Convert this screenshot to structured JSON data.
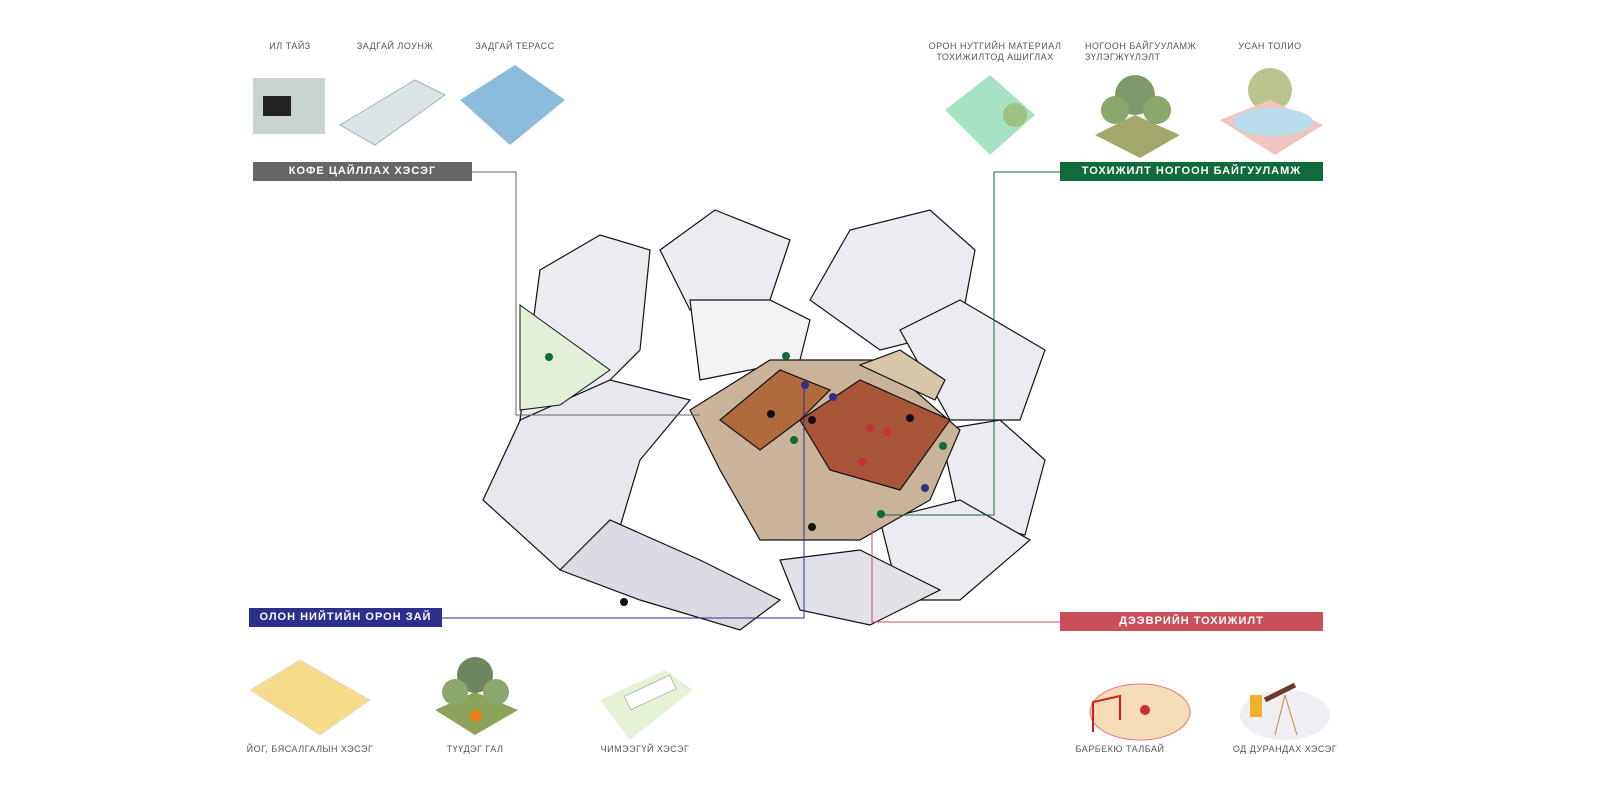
{
  "sections": {
    "coffee": {
      "title": "КОФЕ ЦАЙЛЛАХ ХЭСЭГ",
      "color": "#666666",
      "items": [
        "ИЛ ТАЙЗ",
        "ЗАДГАЙ ЛОУНЖ",
        "ЗАДГАЙ ТЕРАСС"
      ]
    },
    "green": {
      "title": "ТОХИЖИЛТ НОГООН БАЙГУУЛАМЖ",
      "color": "#0f6b3a",
      "items": [
        "ОРОН НУТГИЙН МАТЕРИАЛ ТОХИЖИЛТОД АШИГЛАХ",
        "НОГООН БАЙГУУЛАМЖ ЗҮЛЭГЖҮҮЛЭЛТ",
        "УСАН ТОЛИО"
      ]
    },
    "public": {
      "title": "ОЛОН НИЙТИЙН ОРОН ЗАЙ",
      "color": "#2c2f8c",
      "items": [
        "ЙОГ, БЯСАЛГАЛЫН ХЭСЭГ",
        "ТҮҮДЭГ ГАЛ",
        "ЧИМЭЭГҮЙ ХЭСЭГ"
      ]
    },
    "roof": {
      "title": "ДЭЭВРИЙН ТОХИЖИЛТ",
      "color": "#c9505a",
      "items": [
        "БАРБЕКЮ ТАЛБАЙ",
        "ОД ДУРАНДАХ ХЭСЭГ"
      ]
    }
  }
}
